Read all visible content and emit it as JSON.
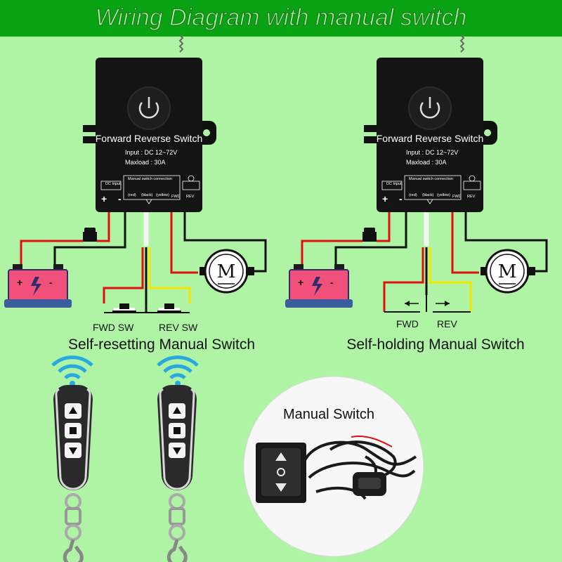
{
  "title": "Wiring Diagram with manual switch",
  "device": {
    "label": "Forward Reverse Switch",
    "input": "Input : DC 12~72V",
    "maxload": "Maxload : 30A",
    "dc_input": "DC Input",
    "manual_conn": "Manual switch connection",
    "red": "(red)",
    "black": "(black)",
    "yellow": "(yellow)",
    "fwd": "FWD",
    "rev": "REV",
    "plus": "+",
    "minus": "-"
  },
  "left": {
    "fwd_sw": "FWD SW",
    "rev_sw": "REV SW",
    "caption": "Self-resetting Manual Switch"
  },
  "right": {
    "fwd": "FWD",
    "rev": "REV",
    "caption": "Self-holding Manual Switch"
  },
  "battery": {
    "plus": "+",
    "minus": "-"
  },
  "motor_letter": "M",
  "manual_switch_label": "Manual Switch",
  "colors": {
    "banner": "#0aa313",
    "background": "#aef4a4",
    "wire_red": "#e01010",
    "wire_yellow": "#f2e600",
    "wire_black": "#111111",
    "battery": "#f0507a",
    "device": "#111111"
  },
  "icons": [
    "wifi-signal-icon",
    "remote-control-icon",
    "battery-icon",
    "motor-icon",
    "fuse-icon",
    "rocker-switch-icon",
    "power-button-icon"
  ]
}
